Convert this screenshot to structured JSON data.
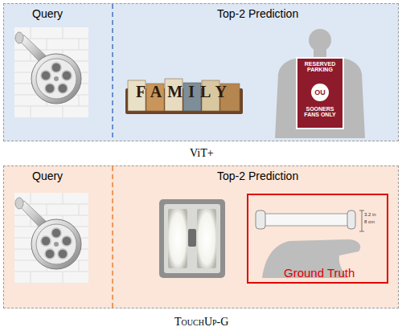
{
  "diagram": {
    "nodes": [
      {
        "text": [
          "Query",
          "Top-2 Prediction",
          "ViT+"
        ]
      },
      {
        "text": [
          "Query",
          "Top-2 Prediction",
          "TouchUp-G"
        ]
      },
      {
        "text": [
          "Ground Truth"
        ],
        "in": 1
      }
    ],
    "labels": [
      "FAMILY",
      "RESERVED PARKING",
      "OU",
      "SOONERS FANS ONLY",
      "3.2 in",
      "8 cm"
    ]
  }
}
